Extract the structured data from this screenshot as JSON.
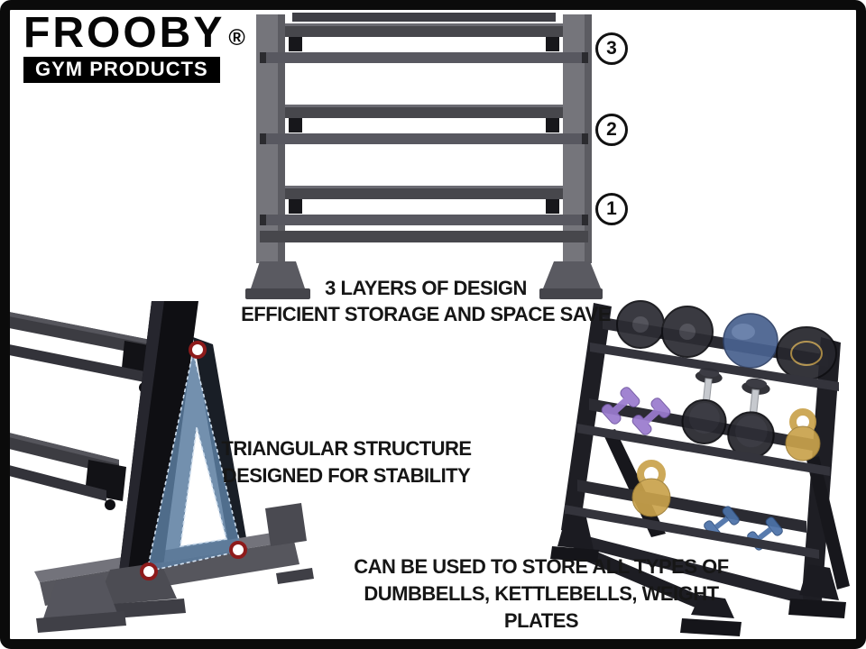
{
  "brand": {
    "name": "FROOBY",
    "registered_mark": "®",
    "tagline": "GYM PRODUCTS"
  },
  "feature_layers": {
    "badges": [
      "3",
      "2",
      "1"
    ],
    "caption_line1": "3 LAYERS OF DESIGN",
    "caption_line2": "EFFICIENT STORAGE AND SPACE SAVE"
  },
  "feature_triangle": {
    "caption_line1": "TRIANGULAR STRUCTURE",
    "caption_line2": "DESIGNED FOR STABILITY"
  },
  "feature_storage": {
    "caption_line1": "CAN BE USED TO STORE ALL TYPES OF",
    "caption_line2": "DUMBBELLS, KETTLEBELLS, WEIGHT PLATES"
  },
  "colors": {
    "frame_border": "#0b0b0b",
    "rack_gray": "#75757b",
    "rack_dark_bar": "#47474c",
    "rack_rail": "#585860",
    "rack_black": "#1e1e24",
    "triangle_blue": "#5b7da0",
    "triangle_dash": "#cfdeee",
    "marker_red": "#8e1b1b",
    "weight_purple": "#9a7bce",
    "weight_gold": "#c9a24b",
    "weight_blue": "#4c72a8",
    "ball_blue": "#49618f"
  }
}
